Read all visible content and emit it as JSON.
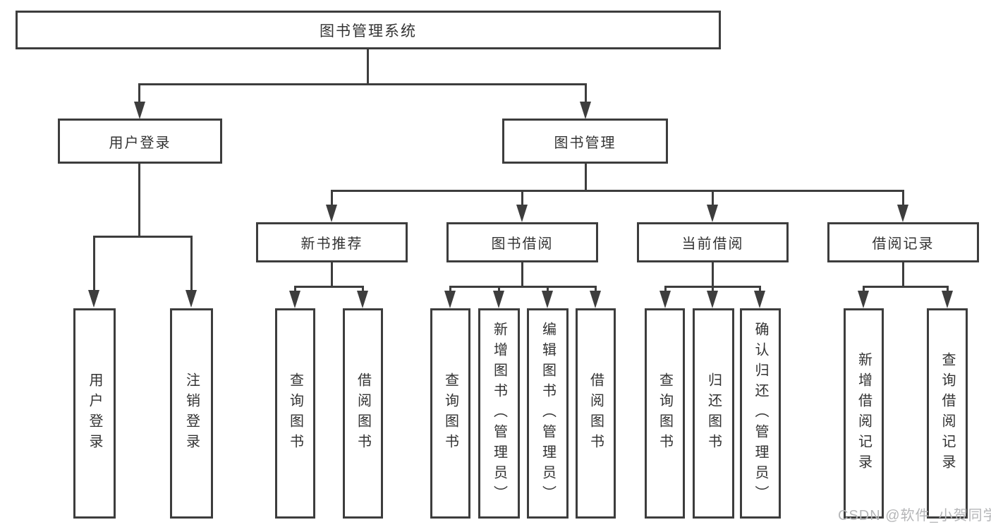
{
  "diagram": {
    "root": {
      "label": "图书管理系统",
      "children": [
        {
          "label": "用户登录",
          "children": [
            {
              "label": "用户登录"
            },
            {
              "label": "注销登录"
            }
          ]
        },
        {
          "label": "图书管理",
          "children": [
            {
              "label": "新书推荐",
              "children": [
                {
                  "label": "查询图书"
                },
                {
                  "label": "借阅图书"
                }
              ]
            },
            {
              "label": "图书借阅",
              "children": [
                {
                  "label": "查询图书"
                },
                {
                  "label": "新增图书（管理员）"
                },
                {
                  "label": "编辑图书（管理员）"
                },
                {
                  "label": "借阅图书"
                }
              ]
            },
            {
              "label": "当前借阅",
              "children": [
                {
                  "label": "查询图书"
                },
                {
                  "label": "归还图书"
                },
                {
                  "label": "确认归还（管理员）"
                }
              ]
            },
            {
              "label": "借阅记录",
              "children": [
                {
                  "label": "新增借阅记录"
                },
                {
                  "label": "查询借阅记录"
                }
              ]
            }
          ]
        }
      ]
    },
    "watermark": "CSDN @软件_小贺同学",
    "colors": {
      "line": "#3d3d3d",
      "text": "#333333",
      "watermark": "#b5b6b8",
      "background": "#ffffff"
    }
  }
}
